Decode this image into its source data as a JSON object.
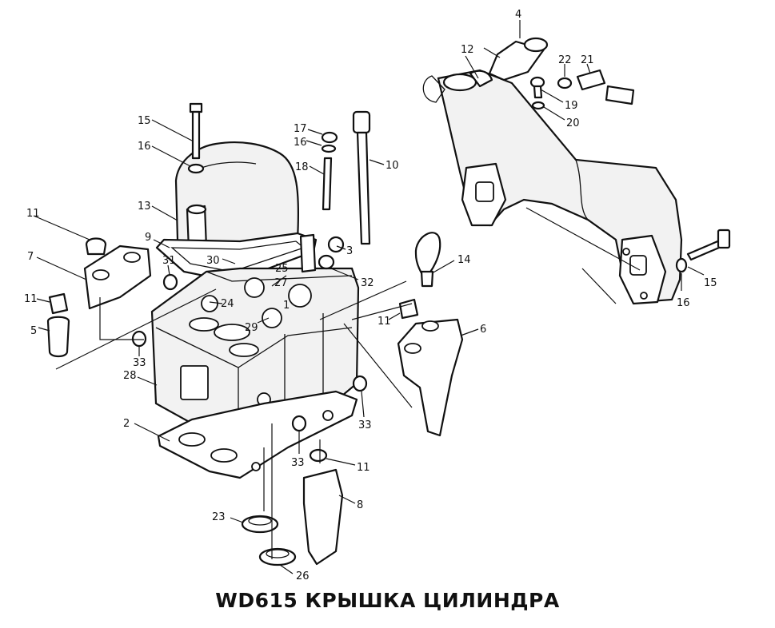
{
  "title": "WD615  КРЫШКА ЦИЛИНДРА",
  "callouts": [
    "1",
    "2",
    "3",
    "4",
    "5",
    "6",
    "7",
    "8",
    "9",
    "10",
    "11",
    "12",
    "13",
    "14",
    "15",
    "16",
    "17",
    "18",
    "19",
    "20",
    "21",
    "22",
    "23",
    "24",
    "25",
    "26",
    "27",
    "28",
    "29",
    "30",
    "31",
    "32",
    "33"
  ],
  "colors": {
    "ink": "#111111",
    "paper": "#ffffff"
  }
}
